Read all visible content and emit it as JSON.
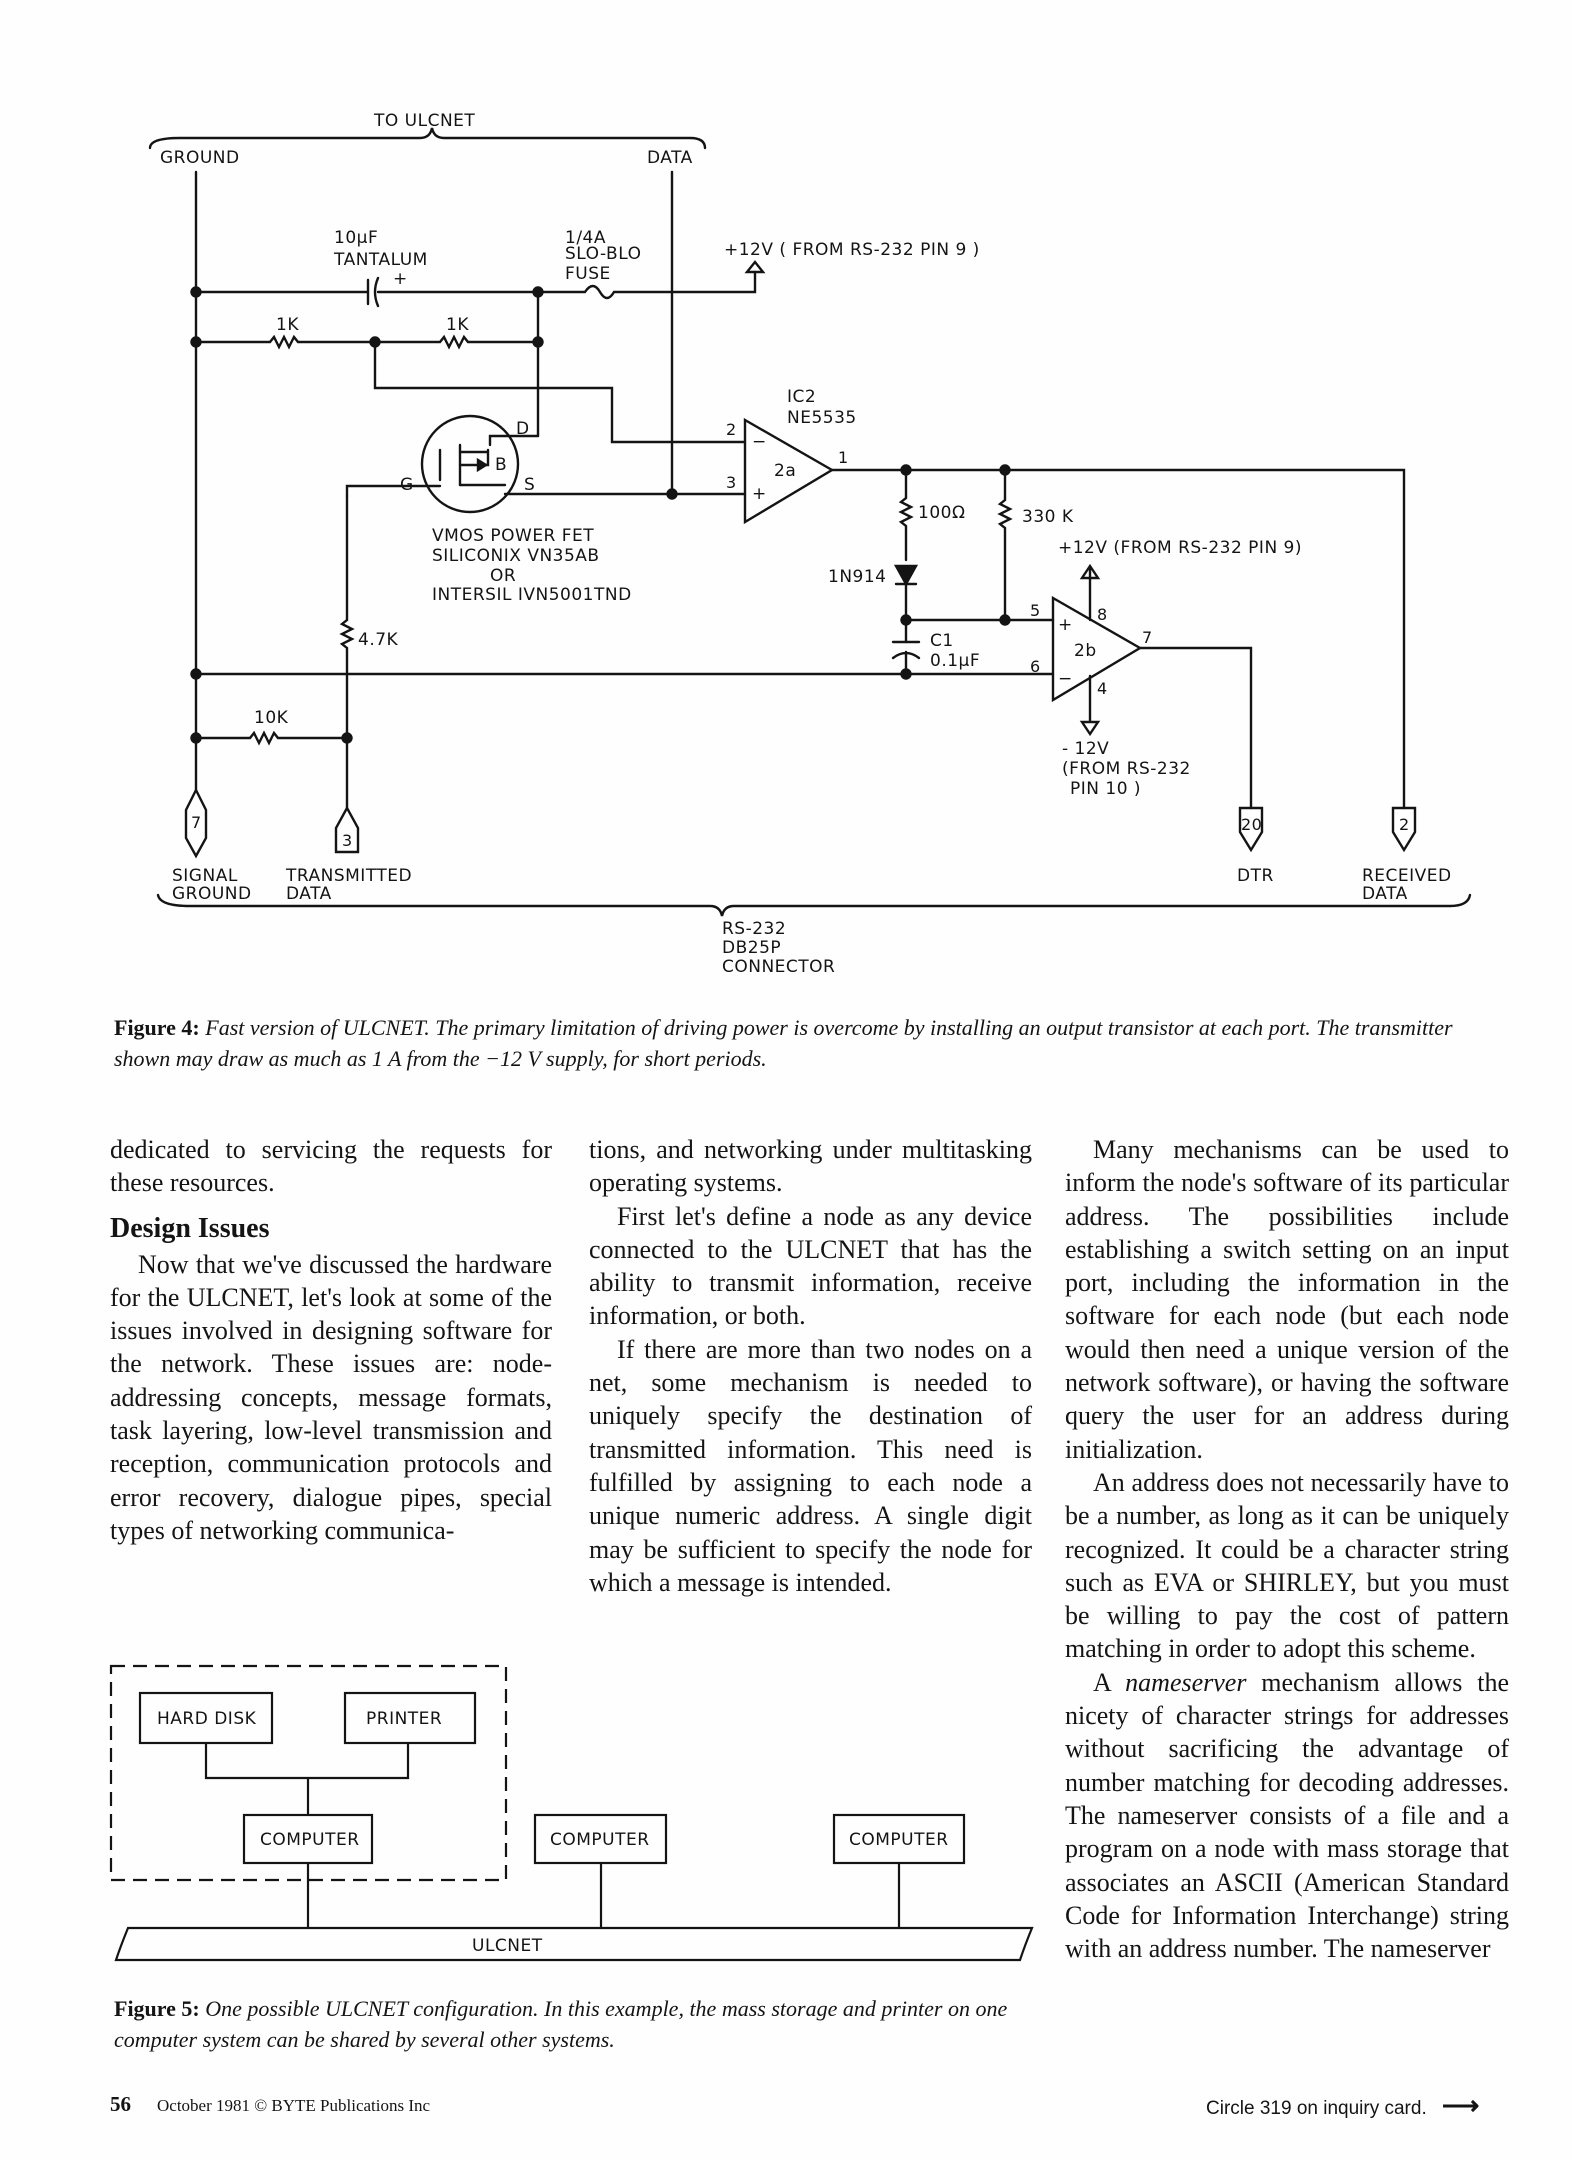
{
  "fig4": {
    "labels": {
      "to_ulcnet": "TO ULCNET",
      "ground": "GROUND",
      "data": "DATA",
      "cap_value": "10μF",
      "cap_type": "TANTALUM",
      "plus": "+",
      "fuse_1": "1/4A",
      "fuse_2": "SLO-BLO",
      "fuse_3": "FUSE",
      "supply_top": "+12V ( FROM RS-232 PIN 9 )",
      "r1": "1K",
      "r2": "1K",
      "ic_name": "IC2",
      "ic_part": "NE5535",
      "opamp_a": "2a",
      "opamp_b": "2b",
      "pin2": "2",
      "pin3": "3",
      "pin1": "1",
      "pin5": "5",
      "pin6": "6",
      "pin7": "7",
      "pin8": "8",
      "pin4": "4",
      "minus": "−",
      "fet_d": "D",
      "fet_g": "G",
      "fet_s": "S",
      "fet_b": "B",
      "fet_1": "VMOS POWER FET",
      "fet_2": "SILICONIX VN35AB",
      "fet_3": "OR",
      "fet_4": "INTERSIL IVN5001TND",
      "r100": "100Ω",
      "r330k": "330 K",
      "diode": "1N914",
      "c1": "C1",
      "c1_val": "0.1μF",
      "supply_b": "+12V (FROM RS-232 PIN 9)",
      "neg_1": "- 12V",
      "neg_2": "(FROM RS-232",
      "neg_3": "PIN 10 )",
      "r47k": "4.7K",
      "r10k": "10K",
      "conn7": "7",
      "conn3": "3",
      "conn20": "20",
      "conn2": "2",
      "sig_gnd_1": "SIGNAL",
      "sig_gnd_2": "GROUND",
      "tx_1": "TRANSMITTED",
      "tx_2": "DATA",
      "dtr": "DTR",
      "rx_1": "RECEIVED",
      "rx_2": "DATA",
      "conn_1": "RS-232",
      "conn_2": "DB25P",
      "conn_3": "CONNECTOR"
    },
    "caption_label": "Figure 4:",
    "caption_text": "Fast version of ULCNET. The primary limitation of driving power is overcome by installing an output transistor at each port. The transmitter shown may draw as much as 1 A from the −12 V supply, for short periods."
  },
  "col1": {
    "para1": "dedicated to servicing the requests for these resources.",
    "heading": "Design Issues",
    "para2": "Now that we've discussed the hardware for the ULCNET, let's look at some of the issues involved in designing software for the network. These issues are: node-addressing concepts, message formats, task layering, low-level transmission and reception, communication protocols and error recovery, dialogue pipes, special types of networking communica-"
  },
  "col2": {
    "para1": "tions, and networking under multitasking operating systems.",
    "para2": "First let's define a node as any device connected to the ULCNET that has the ability to transmit information, receive information, or both.",
    "para3": "If there are more than two nodes on a net, some mechanism is needed to uniquely specify the destination of transmitted information. This need is fulfilled by assigning to each node a unique numeric address. A single digit may be sufficient to specify the node for which a message is intended."
  },
  "col3": {
    "para1": "Many mechanisms can be used to inform the node's software of its particular address. The possibilities include establishing a switch setting on an input port, including the information in the software for each node (but each node would then need a unique version of the network software), or having the software query the user for an address during initialization.",
    "para2": "An address does not necessarily have to be a number, as long as it can be uniquely recognized. It could be a character string such as EVA or SHIRLEY, but you must be willing to pay the cost of pattern matching in order to adopt this scheme.",
    "para3_prefix": "A ",
    "para3_em": "nameserver",
    "para3_rest": " mechanism allows the nicety of character strings for addresses without sacrificing the advantage of number matching for decoding addresses. The nameserver consists of a file and a program on a node with mass storage that associates an ASCII (American Standard Code for Information Interchange) string with an address number. The nameserver"
  },
  "fig5": {
    "hard_disk": "HARD DISK",
    "printer": "PRINTER",
    "computer_1": "COMPUTER",
    "computer_2": "COMPUTER",
    "computer_3": "COMPUTER",
    "bus": "ULCNET",
    "caption_label": "Figure 5:",
    "caption_text": "One possible ULCNET configuration. In this example, the mass storage and printer on one computer system can be shared by several other systems."
  },
  "footer": {
    "page": "56",
    "info": "October 1981 © BYTE Publications Inc",
    "inquiry": "Circle 319 on inquiry card.",
    "arrow": "⟶"
  }
}
